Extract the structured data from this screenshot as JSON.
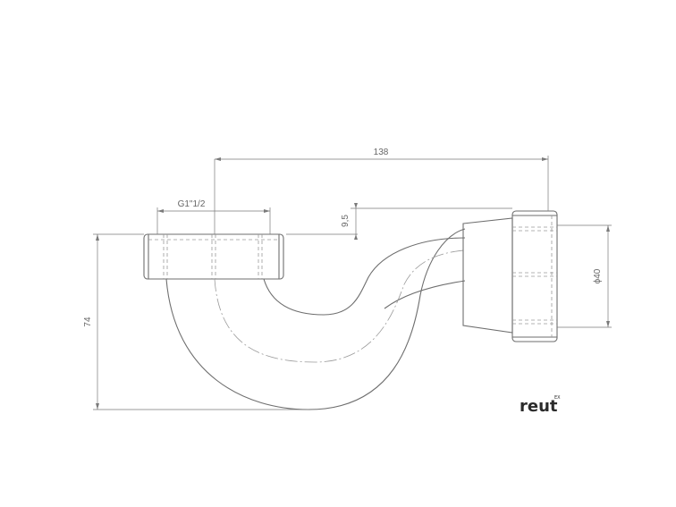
{
  "dimensions": {
    "width_overall": "138",
    "thread": "G1\"1/2",
    "offset": "9,5",
    "diameter": "ϕ40",
    "height": "74"
  },
  "logo": {
    "text": "reut",
    "superscript": "EX"
  }
}
